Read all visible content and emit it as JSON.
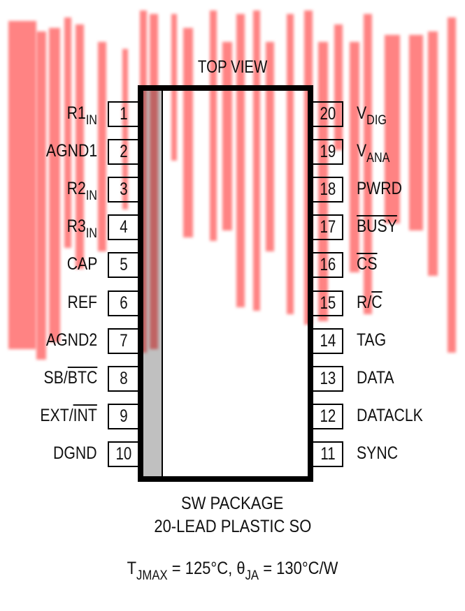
{
  "diagram": {
    "title": "TOP VIEW",
    "left_pins": [
      {
        "number": "1",
        "label": "R1",
        "sub": "IN",
        "overline": ""
      },
      {
        "number": "2",
        "label": "AGND1",
        "sub": "",
        "overline": ""
      },
      {
        "number": "3",
        "label": "R2",
        "sub": "IN",
        "overline": ""
      },
      {
        "number": "4",
        "label": "R3",
        "sub": "IN",
        "overline": ""
      },
      {
        "number": "5",
        "label": "CAP",
        "sub": "",
        "overline": ""
      },
      {
        "number": "6",
        "label": "REF",
        "sub": "",
        "overline": ""
      },
      {
        "number": "7",
        "label": "AGND2",
        "sub": "",
        "overline": ""
      },
      {
        "number": "8",
        "label": "SB/",
        "sub": "",
        "overline": "BTC"
      },
      {
        "number": "9",
        "label": "EXT/",
        "sub": "",
        "overline": "INT"
      },
      {
        "number": "10",
        "label": "DGND",
        "sub": "",
        "overline": ""
      }
    ],
    "right_pins": [
      {
        "number": "20",
        "label": "V",
        "sub": "DIG",
        "overline": ""
      },
      {
        "number": "19",
        "label": "V",
        "sub": "ANA",
        "overline": ""
      },
      {
        "number": "18",
        "label": "PWRD",
        "sub": "",
        "overline": ""
      },
      {
        "number": "17",
        "label": "",
        "sub": "",
        "overline": "BUSY"
      },
      {
        "number": "16",
        "label": "",
        "sub": "",
        "overline": "CS"
      },
      {
        "number": "15",
        "label": "R/",
        "sub": "",
        "overline": "C"
      },
      {
        "number": "14",
        "label": "TAG",
        "sub": "",
        "overline": ""
      },
      {
        "number": "13",
        "label": "DATA",
        "sub": "",
        "overline": ""
      },
      {
        "number": "12",
        "label": "DATACLK",
        "sub": "",
        "overline": ""
      },
      {
        "number": "11",
        "label": "SYNC",
        "sub": "",
        "overline": ""
      }
    ],
    "package_line1": "SW PACKAGE",
    "package_line2": "20-LEAD PLASTIC SO",
    "thermal": {
      "tj_symbol": "T",
      "tj_sub": "JMAX",
      "tj_value": " = 125°C, ",
      "theta_symbol": "θ",
      "theta_sub": "JA",
      "theta_value": " = 130°C/W"
    }
  },
  "colors": {
    "watermark": "#ff6464",
    "band": "#c0c0c0",
    "outline": "#000000"
  }
}
